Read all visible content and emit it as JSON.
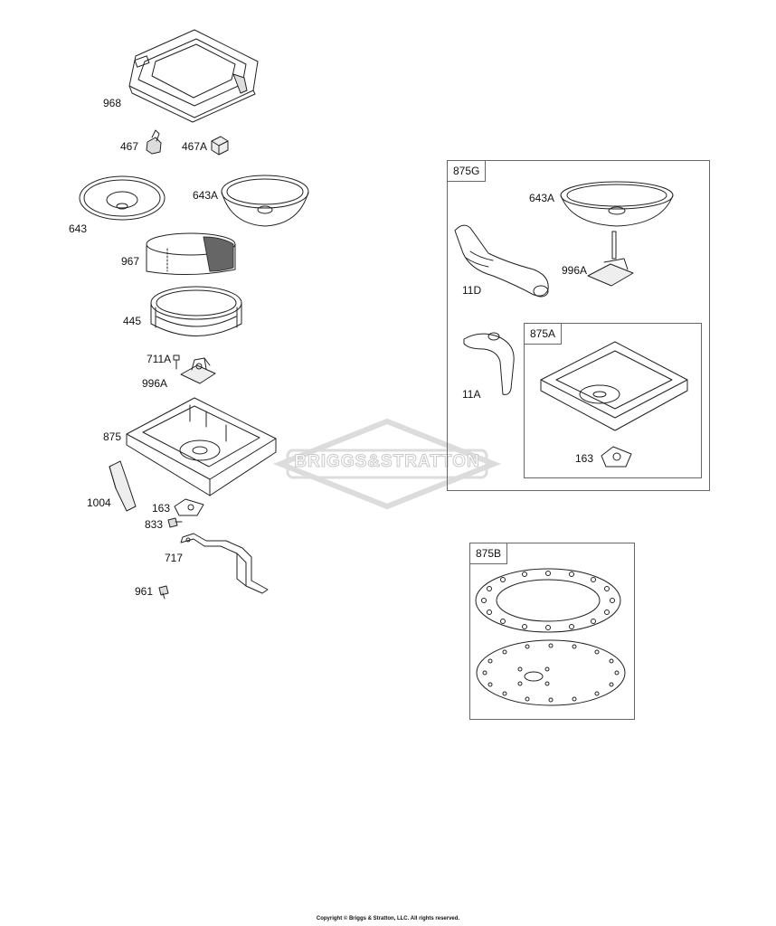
{
  "watermark": "BRIGGS&STRATTON",
  "copyright": "Copyright © Briggs & Stratton, LLC. All rights reserved.",
  "labels": {
    "p968": "968",
    "p467": "467",
    "p467A": "467A",
    "p643": "643",
    "p643A": "643A",
    "p967": "967",
    "p445": "445",
    "p711A": "711A",
    "p996A": "996A",
    "p875": "875",
    "p1004": "1004",
    "p163": "163",
    "p833": "833",
    "p717": "717",
    "p961": "961"
  },
  "box_875G": {
    "tag": "875G",
    "p643A": "643A",
    "p996A": "996A",
    "p11D": "11D",
    "p11A": "11A"
  },
  "box_875A": {
    "tag": "875A",
    "p163": "163"
  },
  "box_875B": {
    "tag": "875B"
  }
}
